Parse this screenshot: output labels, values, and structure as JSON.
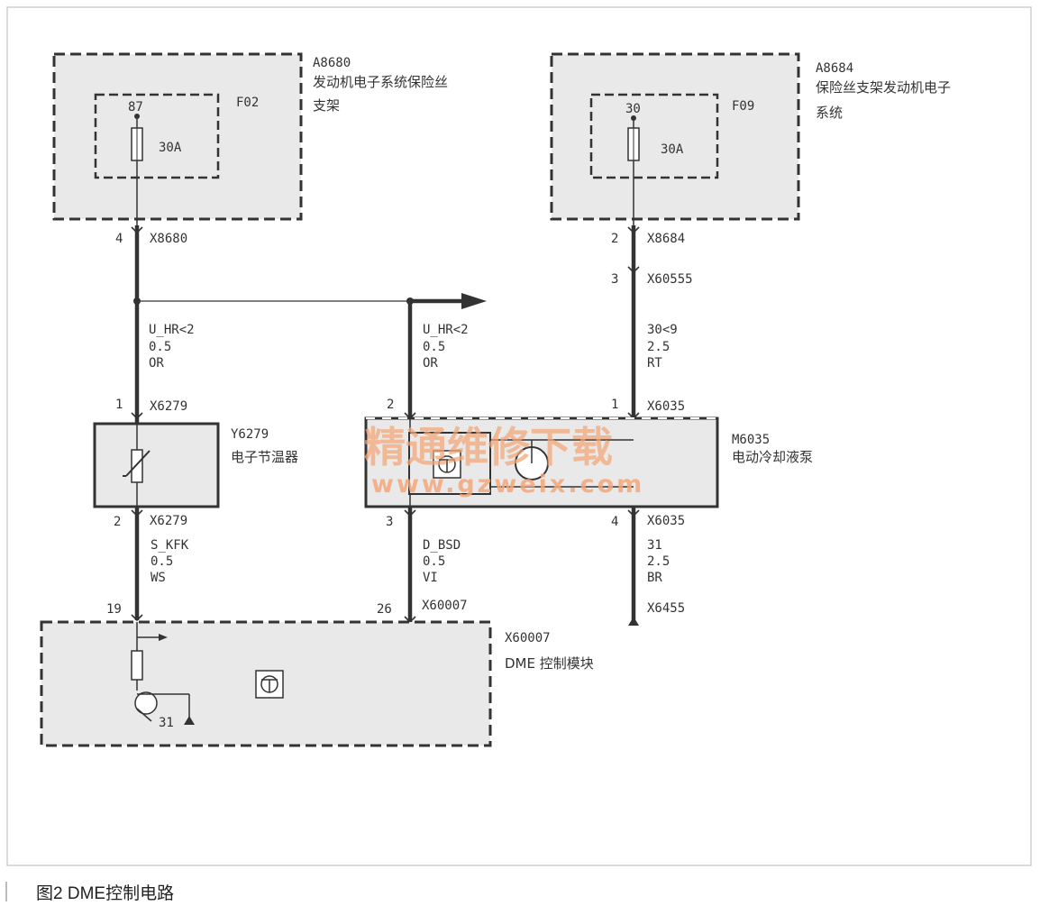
{
  "components": {
    "a8680": {
      "id": "A8680",
      "name_line1": "发动机电子系统保险丝",
      "name_line2": "支架",
      "fuse": "F02",
      "pin": "87",
      "rating": "30A"
    },
    "a8684": {
      "id": "A8684",
      "name_line1": "保险丝支架发动机电子",
      "name_line2": "系统",
      "fuse": "F09",
      "pin": "30",
      "rating": "30A"
    },
    "y6279": {
      "id": "Y6279",
      "name": "电子节温器"
    },
    "m6035": {
      "id": "M6035",
      "name": "电动冷却液泵"
    },
    "x60007": {
      "id": "X60007",
      "name": "DME 控制模块",
      "ground_pin": "31"
    }
  },
  "connectors": {
    "x8680": {
      "label": "X8680",
      "pin": "4"
    },
    "x8684": {
      "label": "X8684",
      "pin": "2"
    },
    "x60555": {
      "label": "X60555",
      "pin": "3"
    },
    "x6279_top": {
      "label": "X6279",
      "pin": "1"
    },
    "x6279_bot": {
      "label": "X6279",
      "pin": "2"
    },
    "m6035_pin2": {
      "pin": "2"
    },
    "m6035_pin3": {
      "pin": "3"
    },
    "x6035_top": {
      "label": "X6035",
      "pin": "1"
    },
    "x6035_bot": {
      "label": "X6035",
      "pin": "4"
    },
    "x60007_a": {
      "pin": "19"
    },
    "x60007_b": {
      "label": "X60007",
      "pin": "26"
    },
    "x6455": {
      "label": "X6455"
    }
  },
  "wires": {
    "w1": {
      "signal": "U_HR<2",
      "size": "0.5",
      "color": "OR"
    },
    "w2": {
      "signal": "U_HR<2",
      "size": "0.5",
      "color": "OR"
    },
    "w3": {
      "signal": "30<9",
      "size": "2.5",
      "color": "RT"
    },
    "w4": {
      "signal": "S_KFK",
      "size": "0.5",
      "color": "WS"
    },
    "w5": {
      "signal": "D_BSD",
      "size": "0.5",
      "color": "VI"
    },
    "w6": {
      "signal": "31",
      "size": "2.5",
      "color": "BR"
    }
  },
  "watermark": {
    "line1": "精通维修下载",
    "line2": "www.gzweix.com"
  },
  "caption": "图2   DME控制电路",
  "colors": {
    "box_fill": "#e9e9e9",
    "line": "#333333",
    "watermark": "#f3a77a"
  }
}
